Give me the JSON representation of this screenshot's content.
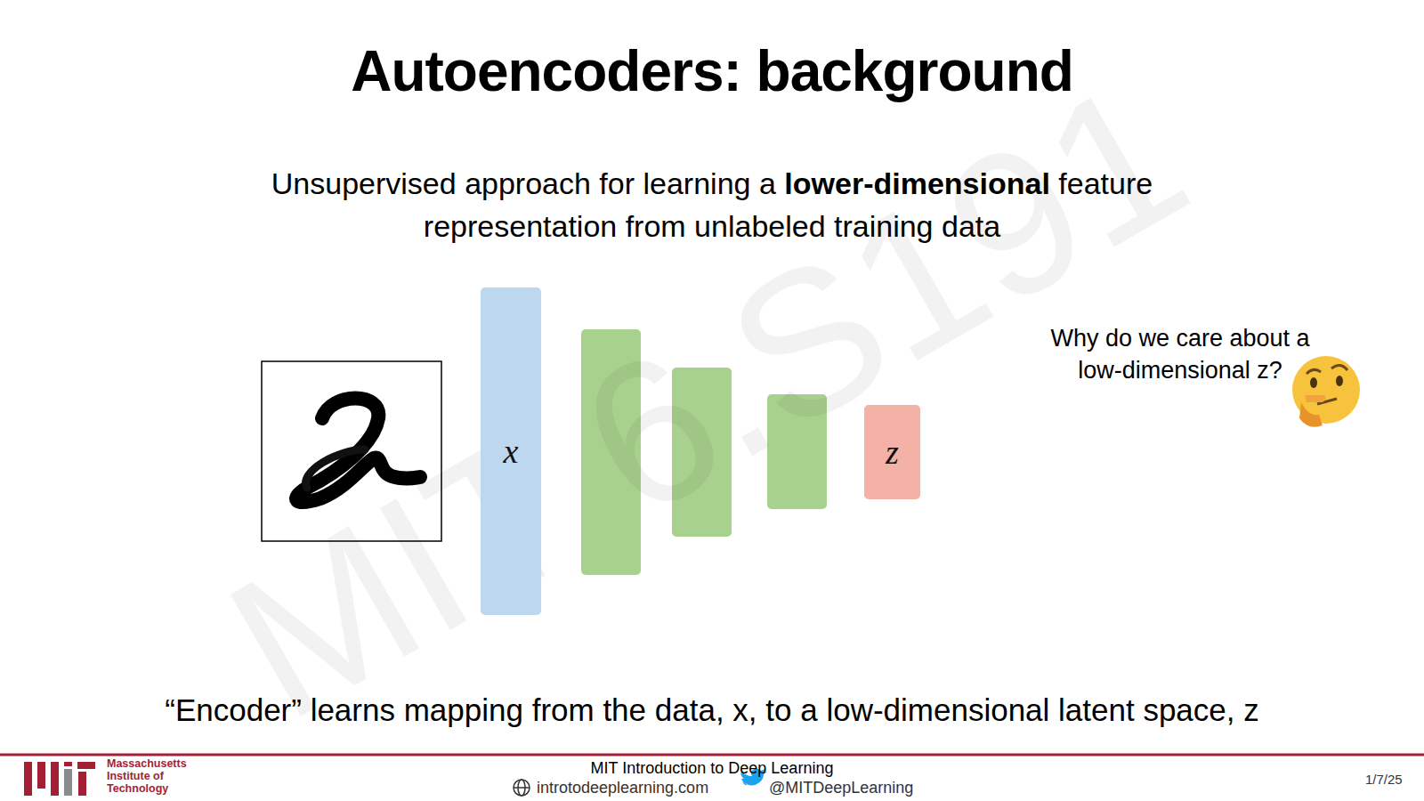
{
  "diagram": {
    "title": "Autoencoders: background",
    "caption": "“Encoder” learns mapping from the data, x, to a low-dimensional latent space, z",
    "nodes": [
      {
        "text": [
          "x"
        ]
      },
      {
        "text": [
          "z"
        ]
      }
    ],
    "labels": [
      "Unsupervised approach for learning a",
      "lower-dimensional",
      "feature",
      "representation from unlabeled training data",
      "Why do we care about a low-dimensional z?",
      "MIT 6.S191",
      "Massachusetts Institute of Technology",
      "MIT Introduction to Deep Learning",
      "introtodeeplearning.com",
      "@MITDeepLearning",
      "1/7/25"
    ]
  }
}
